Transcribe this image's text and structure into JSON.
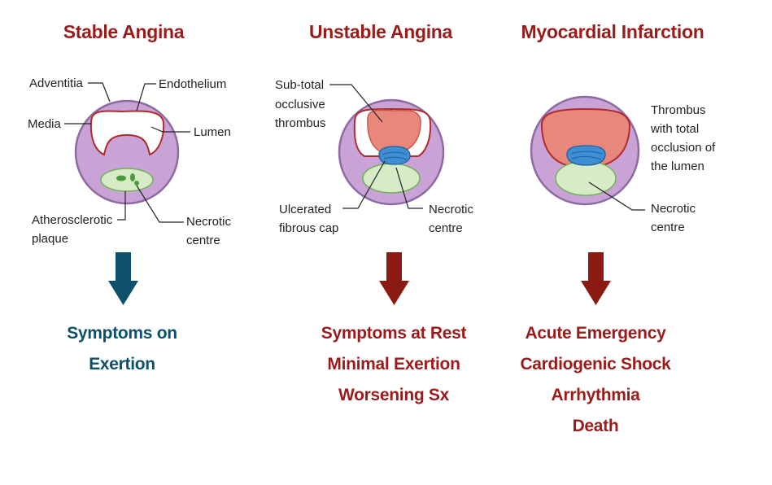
{
  "colors": {
    "title_red": "#9b1b1b",
    "teal": "#0c5069",
    "arrow_red": "#8b1a12",
    "media_purple": "#c9a3d6",
    "adventitia": "#8d6aa3",
    "plaque_green": "#d7ebc7",
    "thrombus_red": "#e8877b",
    "thrombus_blue": "#3f8dd2"
  },
  "panels": [
    {
      "title": "Stable Angina",
      "labels": {
        "adventitia": "Adventitia",
        "endothelium": "Endothelium",
        "media": "Media",
        "lumen": "Lumen",
        "plaque_line1": "Atherosclerotic",
        "plaque_line2": "plaque",
        "necrotic_line1": "Necrotic",
        "necrotic_line2": "centre"
      },
      "arrow_icon": "down-arrow-icon",
      "outcome": [
        "Symptoms on",
        "Exertion"
      ]
    },
    {
      "title": "Unstable Angina",
      "labels": {
        "thrombus_line1": "Sub-total",
        "thrombus_line2": "occlusive",
        "thrombus_line3": "thrombus",
        "cap_line1": "Ulcerated",
        "cap_line2": "fibrous cap",
        "necrotic_line1": "Necrotic",
        "necrotic_line2": "centre"
      },
      "arrow_icon": "down-arrow-icon",
      "outcome": [
        "Symptoms at Rest",
        "Minimal Exertion",
        "Worsening Sx"
      ]
    },
    {
      "title": "Myocardial Infarction",
      "labels": {
        "thrombus_line1": "Thrombus",
        "thrombus_line2": "with total",
        "thrombus_line3": "occlusion of",
        "thrombus_line4": "the lumen",
        "necrotic_line1": "Necrotic",
        "necrotic_line2": "centre"
      },
      "arrow_icon": "down-arrow-icon",
      "outcome": [
        "Acute Emergency",
        "Cardiogenic Shock",
        "Arrhythmia",
        "Death"
      ]
    }
  ]
}
